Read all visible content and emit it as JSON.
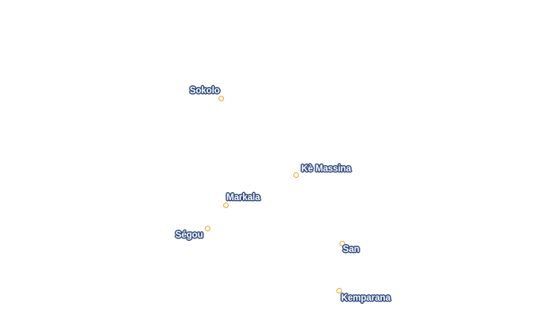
{
  "map": {
    "marker_color": "#e8a83a",
    "label_halo_color": "#2f4a7e",
    "label_text_color": "#ffffff",
    "cities": [
      {
        "id": "sokolo",
        "name": "Sokolo"
      },
      {
        "id": "ke-massina",
        "name": "Kè Massina"
      },
      {
        "id": "markala",
        "name": "Markala"
      },
      {
        "id": "segou",
        "name": "Ségou"
      },
      {
        "id": "san",
        "name": "San"
      },
      {
        "id": "kemparana",
        "name": "Kemparana"
      }
    ]
  }
}
